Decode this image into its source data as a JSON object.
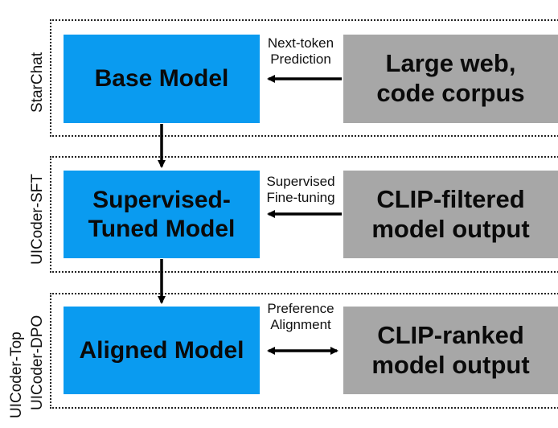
{
  "colors": {
    "model_box": "#0a9bf0",
    "data_box": "#a7a7a7",
    "line": "#000000"
  },
  "stages": [
    {
      "side_labels": [
        "StarChat"
      ],
      "model_lines": [
        "Base Model"
      ],
      "edge_lines": [
        "Next-token",
        "Prediction"
      ],
      "data_lines": [
        "Large web,",
        "code corpus"
      ],
      "arrow": "left"
    },
    {
      "side_labels": [
        "UICoder-SFT"
      ],
      "model_lines": [
        "Supervised-",
        "Tuned Model"
      ],
      "edge_lines": [
        "Supervised",
        "Fine-tuning"
      ],
      "data_lines": [
        "CLIP-filtered",
        "model output"
      ],
      "arrow": "left"
    },
    {
      "side_labels": [
        "UICoder-Top",
        "UICoder-DPO"
      ],
      "model_lines": [
        "Aligned Model"
      ],
      "edge_lines": [
        "Preference",
        "Alignment"
      ],
      "data_lines": [
        "CLIP-ranked",
        "model output"
      ],
      "arrow": "both"
    }
  ]
}
